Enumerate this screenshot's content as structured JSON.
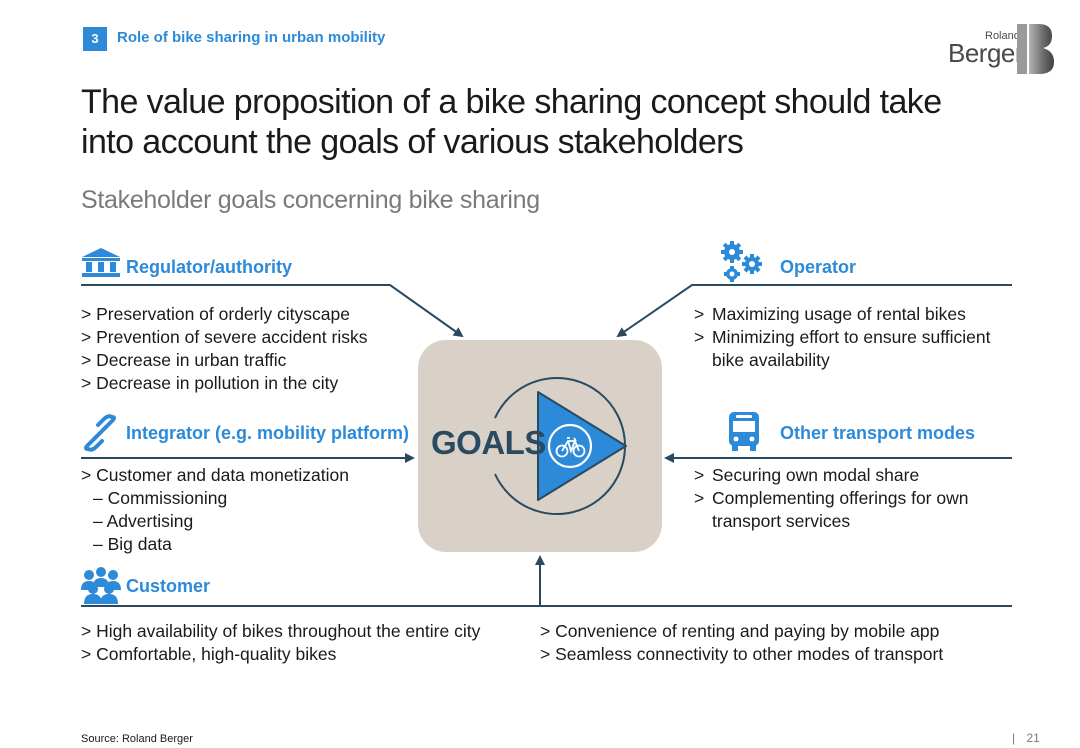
{
  "header": {
    "section_number": "3",
    "section_title": "Role of bike sharing in urban mobility",
    "logo_line1": "Roland",
    "logo_line2": "Berger"
  },
  "title": "The value proposition of a bike sharing concept should take into account the goals of various stakeholders",
  "subtitle": "Stakeholder goals concerning bike sharing",
  "center_label": "GOALS",
  "stakeholders": {
    "regulator": {
      "icon": "building-columns-icon",
      "heading": "Regulator/authority",
      "items": [
        "> Preservation of orderly cityscape",
        "> Prevention of severe accident risks",
        "> Decrease in urban traffic",
        "> Decrease in pollution in the city"
      ]
    },
    "operator": {
      "icon": "gears-icon",
      "heading": "Operator",
      "items": [
        ">",
        "Maximizing usage of rental bikes",
        ">",
        "Minimizing effort to ensure sufficient",
        "bike availability"
      ]
    },
    "integrator": {
      "icon": "link-icon",
      "heading": "Integrator (e.g. mobility platform)",
      "items": [
        "> Customer and data monetization",
        "– Commissioning",
        "– Advertising",
        "– Big data"
      ]
    },
    "transport": {
      "icon": "bus-icon",
      "heading": "Other transport modes",
      "items": [
        ">",
        "Securing own modal share",
        ">",
        "Complementing offerings for own",
        "transport services"
      ]
    },
    "customer": {
      "icon": "people-group-icon",
      "heading": "Customer",
      "items_left": [
        "> High availability of bikes throughout the entire city",
        "> Comfortable, high-quality bikes"
      ],
      "items_right": [
        "> Convenience of renting and paying by mobile app",
        "> Seamless connectivity to other modes of transport"
      ]
    }
  },
  "footer": {
    "source": "Source: Roland Berger",
    "separator": "|",
    "page_number": "21"
  },
  "colors": {
    "accent": "#2d8ad8",
    "dark_line": "#2a4a5f",
    "goals_bg": "#d9d0c7",
    "muted_text": "#7a7a7a"
  }
}
